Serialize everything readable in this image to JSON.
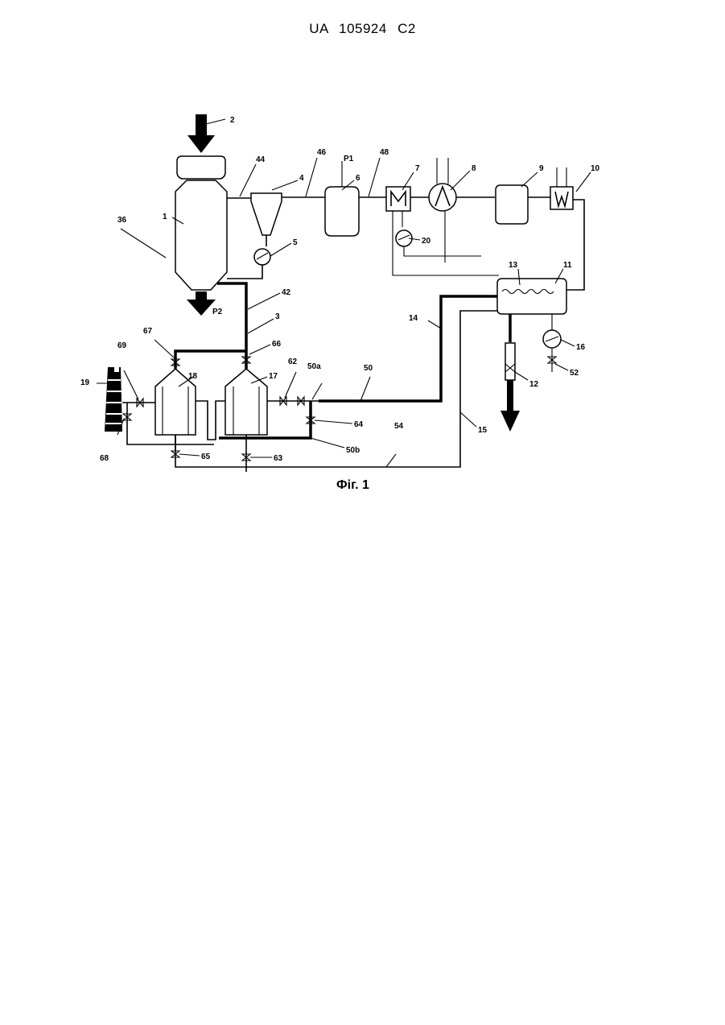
{
  "header": {
    "patent": "UA",
    "number": "105924",
    "kind": "C2"
  },
  "figure": {
    "caption": "Фіг. 1"
  },
  "labels": {
    "l1": "1",
    "l2": "2",
    "l3": "3",
    "l4": "4",
    "l5": "5",
    "l6": "6",
    "l7": "7",
    "l8": "8",
    "l9": "9",
    "l10": "10",
    "l11": "11",
    "l12": "12",
    "l13": "13",
    "l14": "14",
    "l15": "15",
    "l16": "16",
    "l17": "17",
    "l18": "18",
    "l19": "19",
    "l20": "20",
    "l36": "36",
    "l42": "42",
    "l44": "44",
    "l46": "46",
    "l48": "48",
    "l50": "50",
    "l50a": "50a",
    "l50b": "50b",
    "l52": "52",
    "l54": "54",
    "l62": "62",
    "l63": "63",
    "l64": "64",
    "l65": "65",
    "l66": "66",
    "l67": "67",
    "l68": "68",
    "l69": "69",
    "lP1": "P1",
    "lP2": "P2"
  }
}
